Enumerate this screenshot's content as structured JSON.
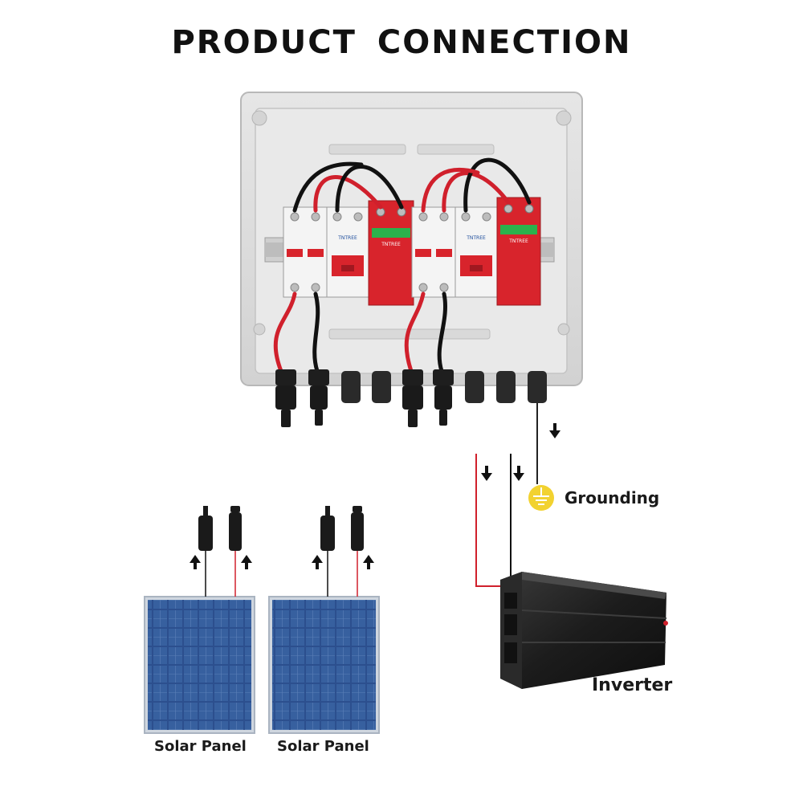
{
  "title": "PRODUCT  CONNECTION",
  "labels": {
    "grounding": "Grounding",
    "inverter": "Inverter",
    "solar_panel_1": "Solar Panel",
    "solar_panel_2": "Solar Panel"
  },
  "breakers": {
    "brand": "TNTREE"
  },
  "colors": {
    "positive_wire": "#d0202c",
    "negative_wire": "#111111",
    "ground_wire": "#222222",
    "ground_symbol": "#f2d230",
    "spd_red": "#d8242c",
    "panel_blue": "#2c4f8e",
    "box_grey": "#dcdcdc",
    "inverter_black": "#1b1b1b"
  }
}
